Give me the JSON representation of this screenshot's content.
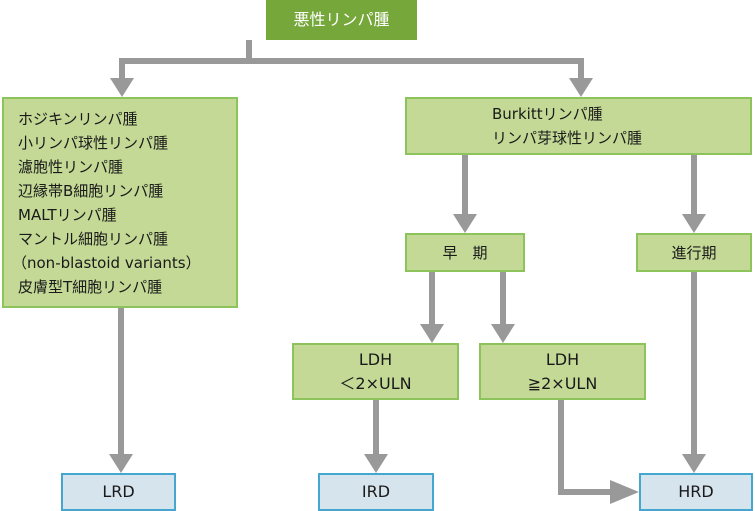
{
  "diagram": {
    "root": {
      "label": "悪性リンパ腫"
    },
    "left_group": {
      "lines": [
        "ホジキンリンパ腫",
        "小リンパ球性リンパ腫",
        "濾胞性リンパ腫",
        "辺縁帯B細胞リンパ腫",
        "MALTリンパ腫",
        "マントル細胞リンパ腫",
        "（non-blastoid variants）",
        "皮膚型T細胞リンパ腫"
      ]
    },
    "right_group": {
      "lines": [
        "Burkittリンパ腫",
        "リンパ芽球性リンパ腫"
      ]
    },
    "early_stage": {
      "label": "早　期"
    },
    "advanced_stage": {
      "label": "進行期"
    },
    "ldh_low": {
      "lines": [
        "LDH",
        "＜2×ULN"
      ]
    },
    "ldh_high": {
      "lines": [
        "LDH",
        "≧2×ULN"
      ]
    },
    "outcomes": {
      "lrd": "LRD",
      "ird": "IRD",
      "hrd": "HRD"
    },
    "colors": {
      "root_fill": "#76a73a",
      "node_fill": "#c3d995",
      "node_border": "#8cc35a",
      "outcome_fill": "#d6e4ee",
      "outcome_border": "#45a6cf",
      "arrow": "#999999"
    }
  }
}
